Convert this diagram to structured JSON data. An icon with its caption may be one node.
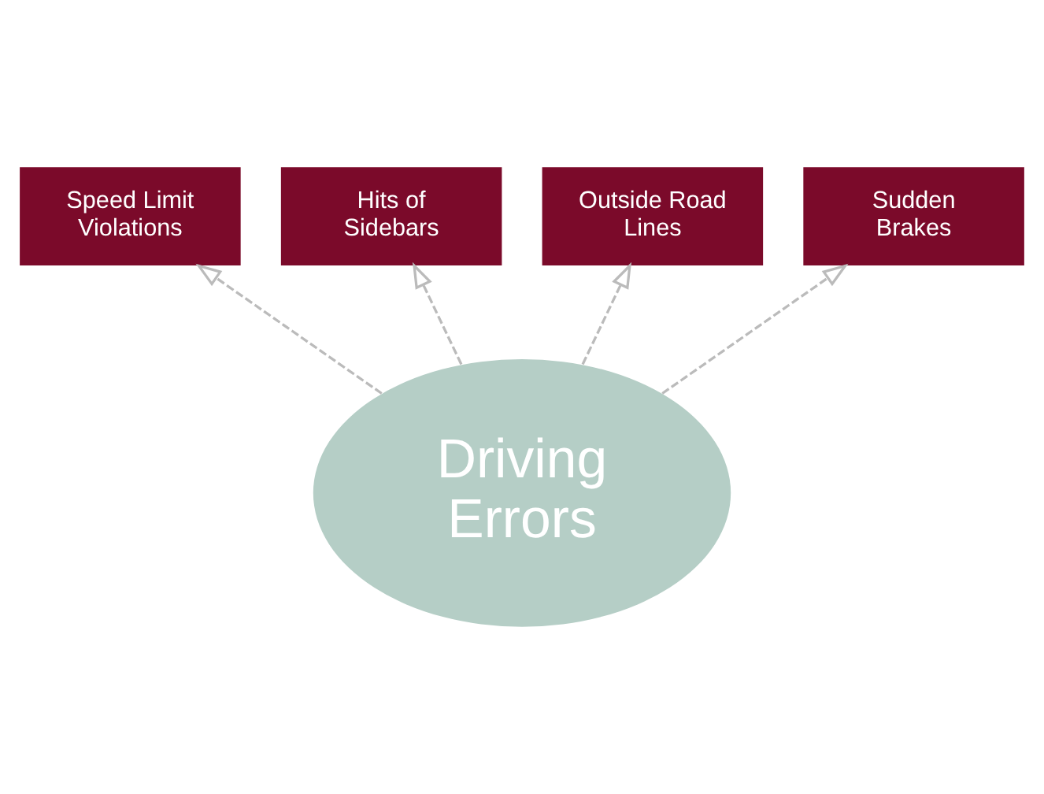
{
  "diagram": {
    "nodes": [
      {
        "text": [
          "Driving Errors"
        ]
      },
      {
        "text": [
          "Speed Limit Violations"
        ]
      },
      {
        "text": [
          "Hits of Sidebars"
        ]
      },
      {
        "text": [
          "Outside Road Lines"
        ]
      },
      {
        "text": [
          "Sudden Brakes"
        ]
      }
    ],
    "edges": [
      {
        "from": 0,
        "to": 1,
        "arrow": "to",
        "style": "dashed"
      },
      {
        "from": 0,
        "to": 2,
        "arrow": "to",
        "style": "dashed"
      },
      {
        "from": 0,
        "to": 3,
        "arrow": "to",
        "style": "dashed"
      },
      {
        "from": 0,
        "to": 4,
        "arrow": "to",
        "style": "dashed"
      }
    ]
  }
}
